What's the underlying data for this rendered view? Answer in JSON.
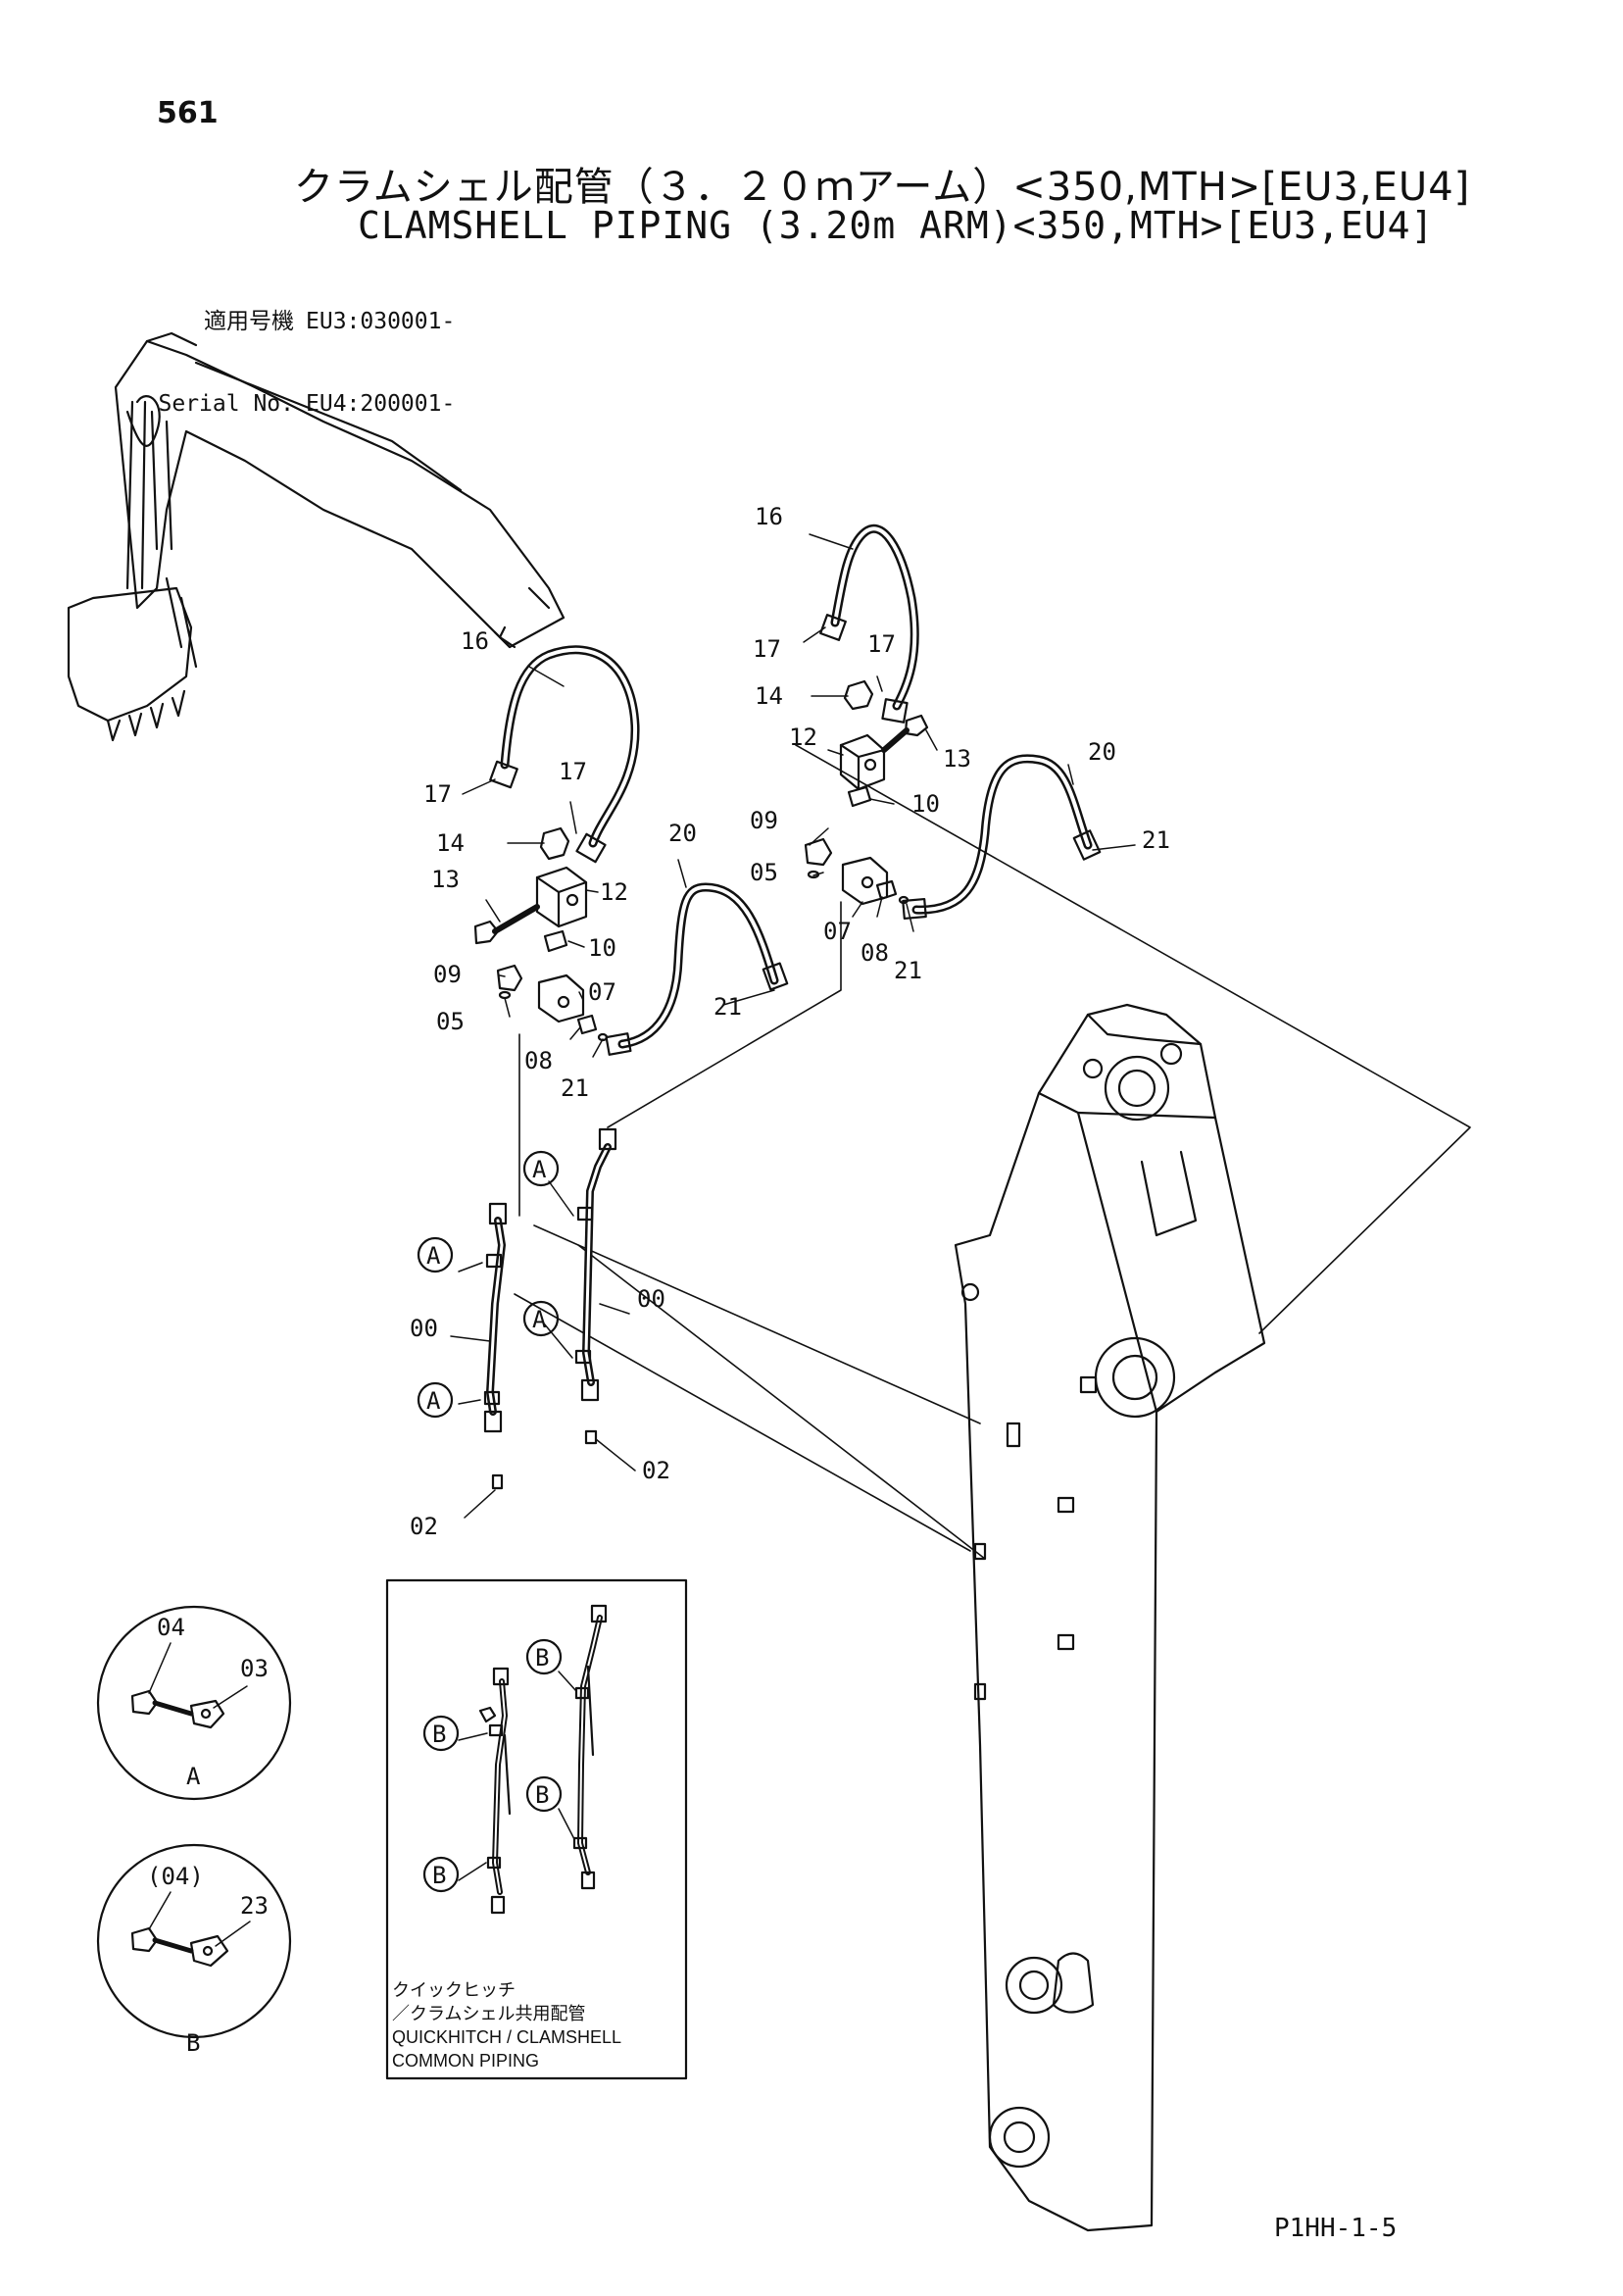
{
  "header": {
    "page_number": "561",
    "title_jp": "クラムシェル配管（３．２０ｍアーム）<350,MTH>[EU3,EU4]",
    "title_en": "CLAMSHELL PIPING (3.20m ARM)<350,MTH>[EU3,EU4]"
  },
  "serial": {
    "label_jp": "適用号機",
    "label_en": "Serial No.",
    "value_1": "EU3:030001-",
    "value_2": "EU4:200001-"
  },
  "callouts": {
    "p16a": "16",
    "p17a": "17",
    "p17b": "17",
    "p14a": "14",
    "p13a": "13",
    "p12a": "12",
    "p10a": "10",
    "p09a": "09",
    "p05a": "05",
    "p07a": "07",
    "p08a": "08",
    "p21a": "21",
    "p20a": "20",
    "p21b": "21",
    "p16b": "16",
    "p17c": "17",
    "p17d": "17",
    "p14b": "14",
    "p12b": "12",
    "p13b": "13",
    "p10b": "10",
    "p20b": "20",
    "p21c": "21",
    "p09b": "09",
    "p05b": "05",
    "p07b": "07",
    "p08b": "08",
    "p21d": "21",
    "p00a": "00",
    "p00b": "00",
    "p02a": "02",
    "p02b": "02",
    "cA1": "A",
    "cA2": "A",
    "cA3": "A",
    "cA4": "A",
    "p04": "04",
    "p03": "03",
    "detA": "A",
    "p04b": "(04)",
    "p23": "23",
    "detB": "B",
    "cB1": "B",
    "cB2": "B",
    "cB3": "B",
    "cB4": "B"
  },
  "inset": {
    "caption_jp_1": "クイックヒッチ",
    "caption_jp_2": "／クラムシェル共用配管",
    "caption_en_1": "QUICKHITCH / CLAMSHELL",
    "caption_en_2": "COMMON  PIPING"
  },
  "footer": {
    "code": "P1HH-1-5"
  }
}
